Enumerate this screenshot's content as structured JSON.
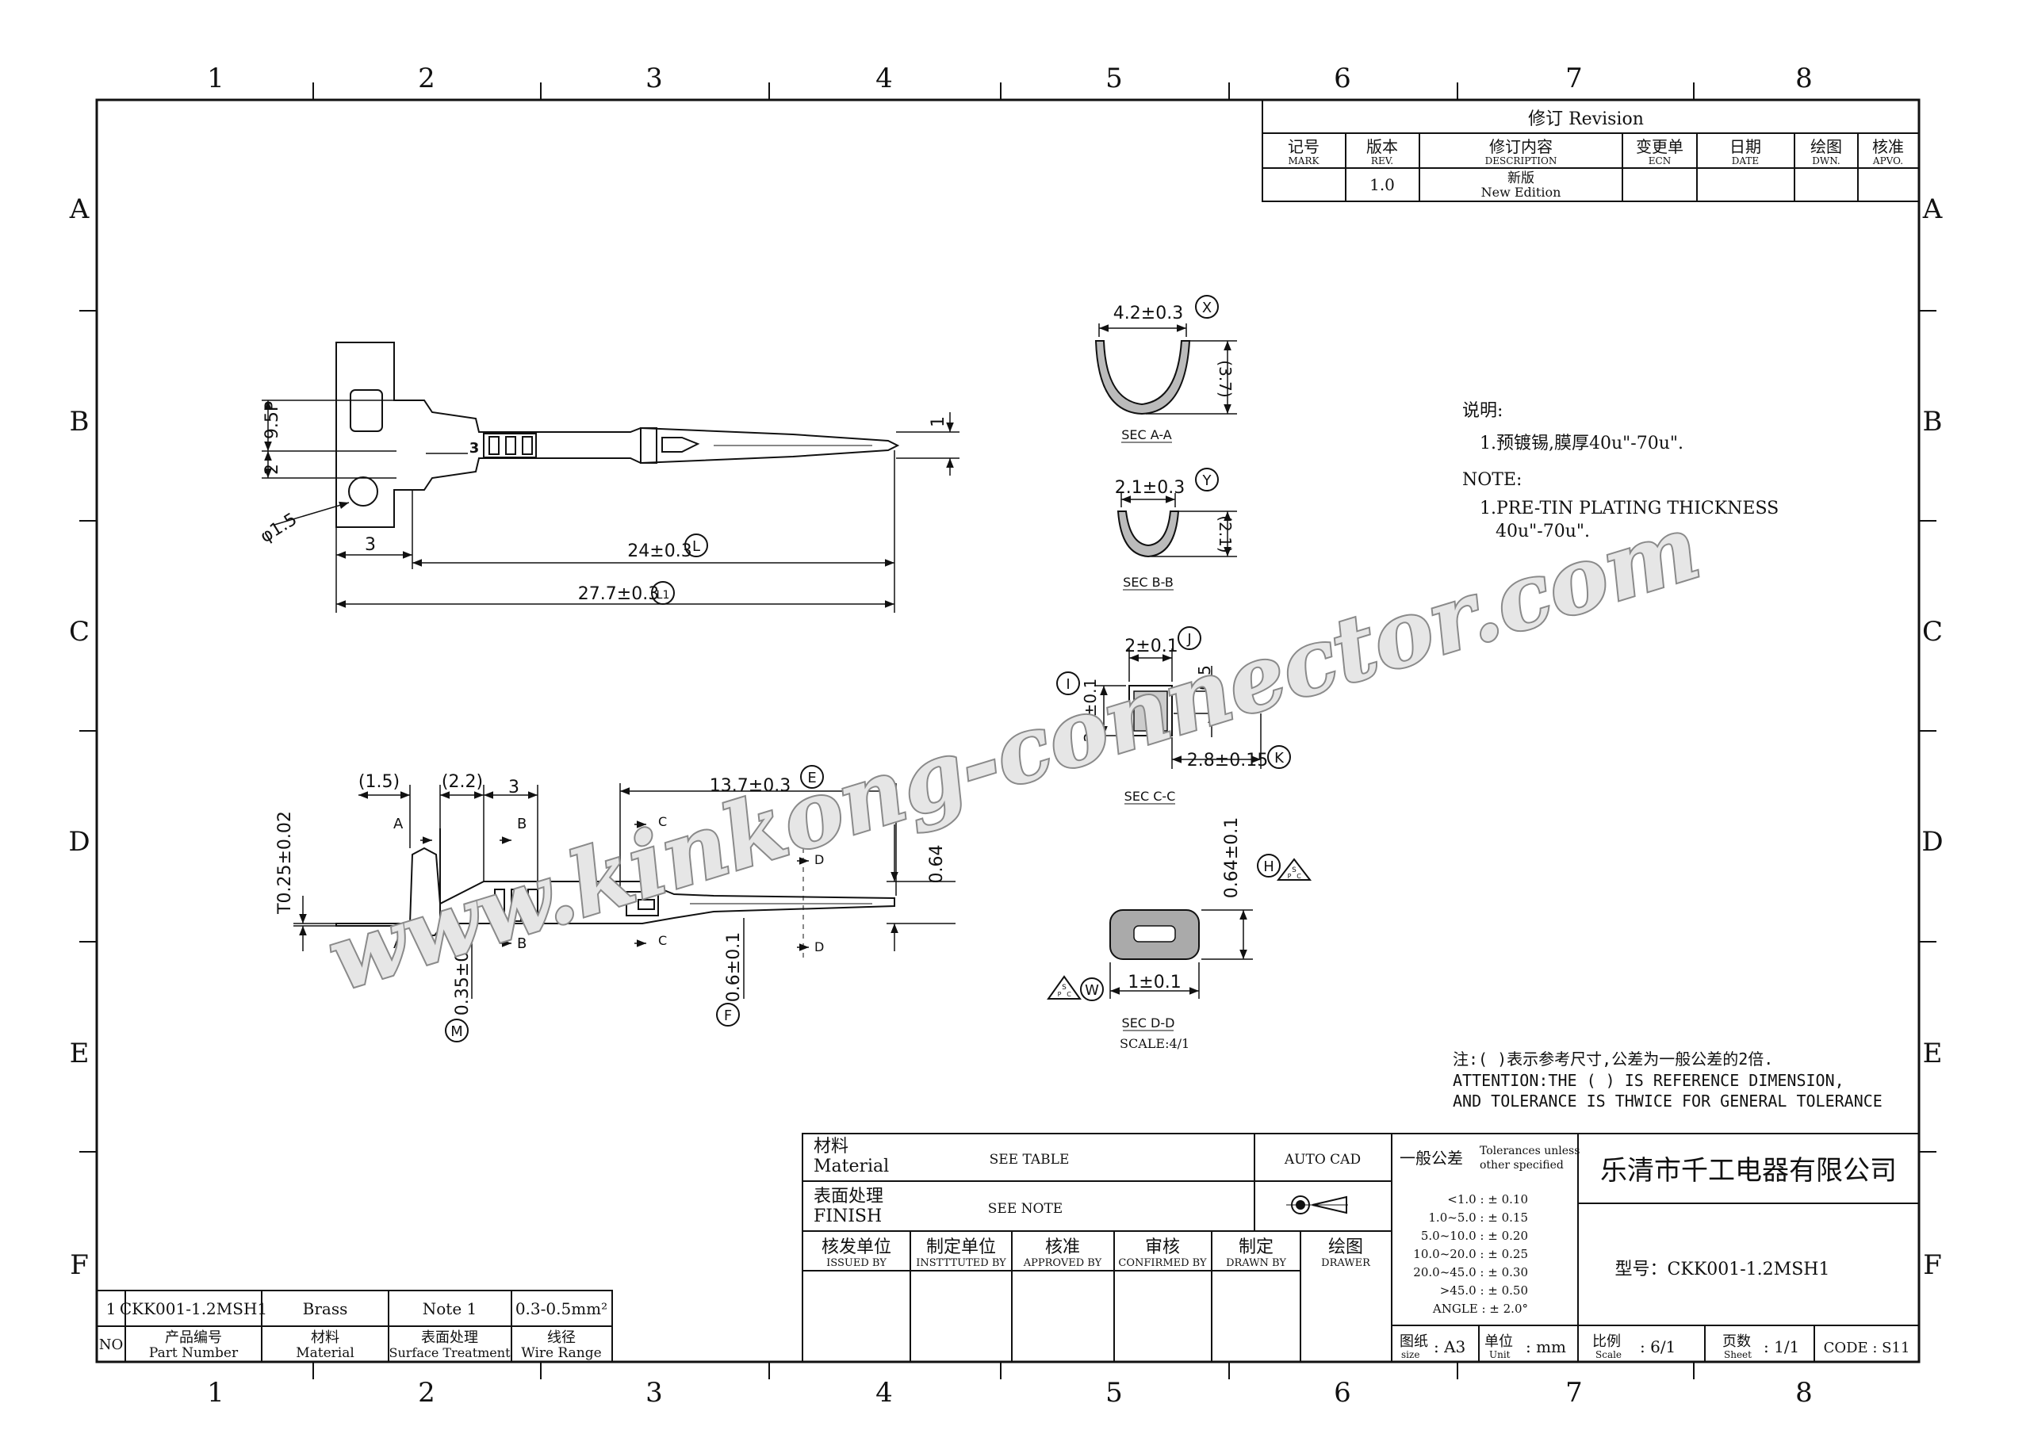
{
  "grid": {
    "cols": [
      "1",
      "2",
      "3",
      "4",
      "5",
      "6",
      "7",
      "8"
    ],
    "rows": [
      "A",
      "B",
      "C",
      "D",
      "E",
      "F"
    ]
  },
  "revision": {
    "title": "修订 Revision",
    "headers": [
      {
        "cn": "记号",
        "en": "MARK"
      },
      {
        "cn": "版本",
        "en": "REV."
      },
      {
        "cn": "修订内容",
        "en": "DESCRIPTION"
      },
      {
        "cn": "变更单",
        "en": "ECN"
      },
      {
        "cn": "日期",
        "en": "DATE"
      },
      {
        "cn": "绘图",
        "en": "DWN."
      },
      {
        "cn": "核准",
        "en": "APVO."
      }
    ],
    "row": {
      "mark": "",
      "rev": "1.0",
      "desc_cn": "新版",
      "desc_en": "New Edition"
    }
  },
  "dims": {
    "p95": "9.5P",
    "p2": "2",
    "p15": "φ1.5",
    "p3": "3",
    "p1": "1",
    "L": "24±0.3",
    "L1": "27.7±0.3",
    "s15": "(1.5)",
    "s22": "(2.2)",
    "s3": "3",
    "E": "13.7±0.3",
    "t025": "T0.25±0.02",
    "d064": "0.64",
    "M": "0.35±0.1",
    "F": "0.6±0.1",
    "A": "A",
    "B": "B",
    "C": "C",
    "D": "D"
  },
  "circles": {
    "L": "L",
    "L1": "L1",
    "E": "E",
    "M": "M",
    "F": "F",
    "X": "X",
    "Y": "Y",
    "I": "I",
    "J": "J",
    "K": "K",
    "H": "H",
    "W": "W"
  },
  "sections": {
    "a": {
      "w": "4.2±0.3",
      "h": "(3.7)",
      "label": "SEC A-A"
    },
    "b": {
      "w": "2.1±0.3",
      "h": "(2.1)",
      "label": "SEC B-B"
    },
    "c": {
      "w": "2±0.1",
      "h": "2.2±0.1",
      "t": "0.5",
      "w2": "2.8±0.15",
      "label": "SEC C-C"
    },
    "d": {
      "h": "0.64±0.1",
      "w": "1±0.1",
      "label": "SEC D-D",
      "scale": "SCALE:4/1"
    }
  },
  "spc": {
    "s": "S",
    "p": "P",
    "c": "C"
  },
  "notes": {
    "cn_title": "说明:",
    "cn_1": "1.预镀锡,膜厚40u\"-70u\".",
    "en_title": "NOTE:",
    "en_1a": "1.PRE-TIN PLATING THICKNESS",
    "en_1b": "40u\"-70u\"."
  },
  "attention": {
    "cn": "注:( )表示参考尺寸,公差为一般公差的2倍.",
    "en1": "ATTENTION:THE ( ) IS REFERENCE DIMENSION,",
    "en2": "AND TOLERANCE IS THWICE FOR GENERAL TOLERANCE"
  },
  "watermark": "www.kinkong-connector.com",
  "titleblock": {
    "material_cn": "材料",
    "material_en": "Material",
    "material_val": "SEE TABLE",
    "finish_cn": "表面处理",
    "finish_en": "FINISH",
    "finish_val": "SEE NOTE",
    "autocad": "AUTO CAD",
    "tol_cn": "一般公差",
    "tol_en1": "Tolerances unless",
    "tol_en2": "other specified",
    "tol_rows": [
      "<1.0 : ± 0.10",
      "1.0~5.0 : ± 0.15",
      "5.0~10.0 : ± 0.20",
      "10.0~20.0 : ± 0.25",
      "20.0~45.0 : ± 0.30",
      ">45.0 : ± 0.50",
      "ANGLE : ± 2.0°"
    ],
    "company": "乐清市千工电器有限公司",
    "model": "型号：CKK001-1.2MSH1",
    "sign": [
      {
        "cn": "核发单位",
        "en": "ISSUED BY"
      },
      {
        "cn": "制定单位",
        "en": "INSTTTUTED BY"
      },
      {
        "cn": "核准",
        "en": "APPROVED BY"
      },
      {
        "cn": "审核",
        "en": "CONFIRMED BY"
      },
      {
        "cn": "制定",
        "en": "DRAWN BY"
      },
      {
        "cn": "绘图",
        "en": "DRAWER"
      }
    ],
    "size_cn": "图纸",
    "size_en": "size",
    "size_val": ": A3",
    "unit_cn": "单位",
    "unit_en": "Unit",
    "unit_val": ": mm",
    "scale_cn": "比例",
    "scale_en": "Scale",
    "scale_val": ": 6/1",
    "sheet_cn": "页数",
    "sheet_en": "Sheet",
    "sheet_val": ": 1/1",
    "code": "CODE : S11"
  },
  "parts": {
    "row": {
      "no": "1",
      "part": "CKK001-1.2MSH1",
      "material": "Brass",
      "surface": "Note 1",
      "wire": "0.3-0.5mm²"
    },
    "headers": [
      {
        "cn": "NO",
        "en": ""
      },
      {
        "cn": "产品编号",
        "en": "Part Number"
      },
      {
        "cn": "材料",
        "en": "Material"
      },
      {
        "cn": "表面处理",
        "en": "Surface Treatment"
      },
      {
        "cn": "线径",
        "en": "Wire Range"
      }
    ]
  }
}
